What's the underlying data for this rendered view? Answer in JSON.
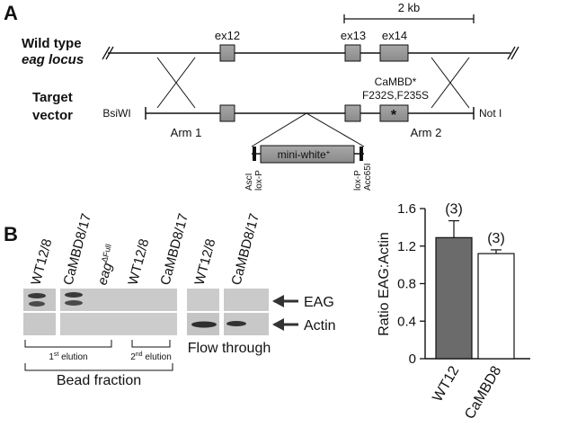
{
  "panel_a": {
    "letter": "A",
    "scale_label": "2 kb",
    "wt_label_line1": "Wild type",
    "wt_label_line2": "eag locus",
    "tv_label_line1": "Target",
    "tv_label_line2": "vector",
    "exon_labels": [
      "ex12",
      "ex13",
      "ex14"
    ],
    "mutation_line1": "CaMBD*",
    "mutation_line2": "F232S,F235S",
    "site_left": "BsiWI",
    "site_right": "Not I",
    "arm1": "Arm 1",
    "arm2": "Arm 2",
    "star": "*",
    "cassette": "mini-white",
    "cassette_sup": "+",
    "cassette_labels": [
      "AscI",
      "lox-P",
      "lox-P",
      "Acc65I"
    ]
  },
  "panel_b": {
    "letter": "B",
    "lane_labels": [
      "WT12/8",
      "CaMBD8/17",
      "eag",
      "WT12/8",
      "CaMBD8/17",
      "WT12/8",
      "CaMBD8/17"
    ],
    "eag_sup": "ΔFull",
    "band_labels": [
      "EAG",
      "Actin"
    ],
    "elution1_prefix": "1",
    "elution1_sup": "st",
    "elution1_suffix": " elution",
    "elution2_prefix": "2",
    "elution2_sup": "nd",
    "elution2_suffix": " elution",
    "flow_through": "Flow through",
    "bead_fraction": "Bead fraction"
  },
  "chart_data": {
    "type": "bar",
    "categories": [
      "WT12",
      "CaMBD8"
    ],
    "values": [
      1.29,
      1.12
    ],
    "errors": [
      0.18,
      0.04
    ],
    "n_labels": [
      "(3)",
      "(3)"
    ],
    "bar_colors": [
      "#6b6b6b",
      "#ffffff"
    ],
    "ylabel": "Ratio EAG:Actin",
    "ylim": [
      0,
      1.6
    ],
    "yticks": [
      "0",
      "0.4",
      "0.8",
      "1.2",
      "1.6"
    ],
    "ytick_values": [
      0,
      0.4,
      0.8,
      1.2,
      1.6
    ]
  }
}
